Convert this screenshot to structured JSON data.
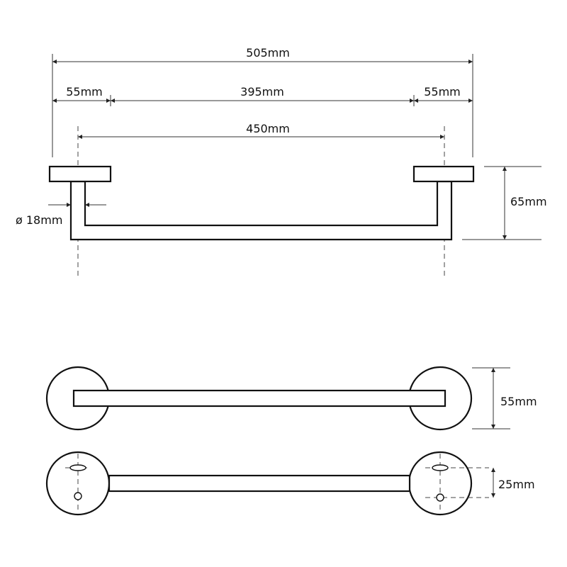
{
  "labels": {
    "overall_width": "505mm",
    "left_base": "55mm",
    "bar_span": "395mm",
    "right_base": "55mm",
    "center_distance": "450mm",
    "projection_depth": "65mm",
    "tube_diameter": "ø 18mm",
    "base_diameter": "55mm",
    "hole_spacing": "25mm"
  },
  "colors": {
    "line": "#111111",
    "background": "#ffffff"
  }
}
